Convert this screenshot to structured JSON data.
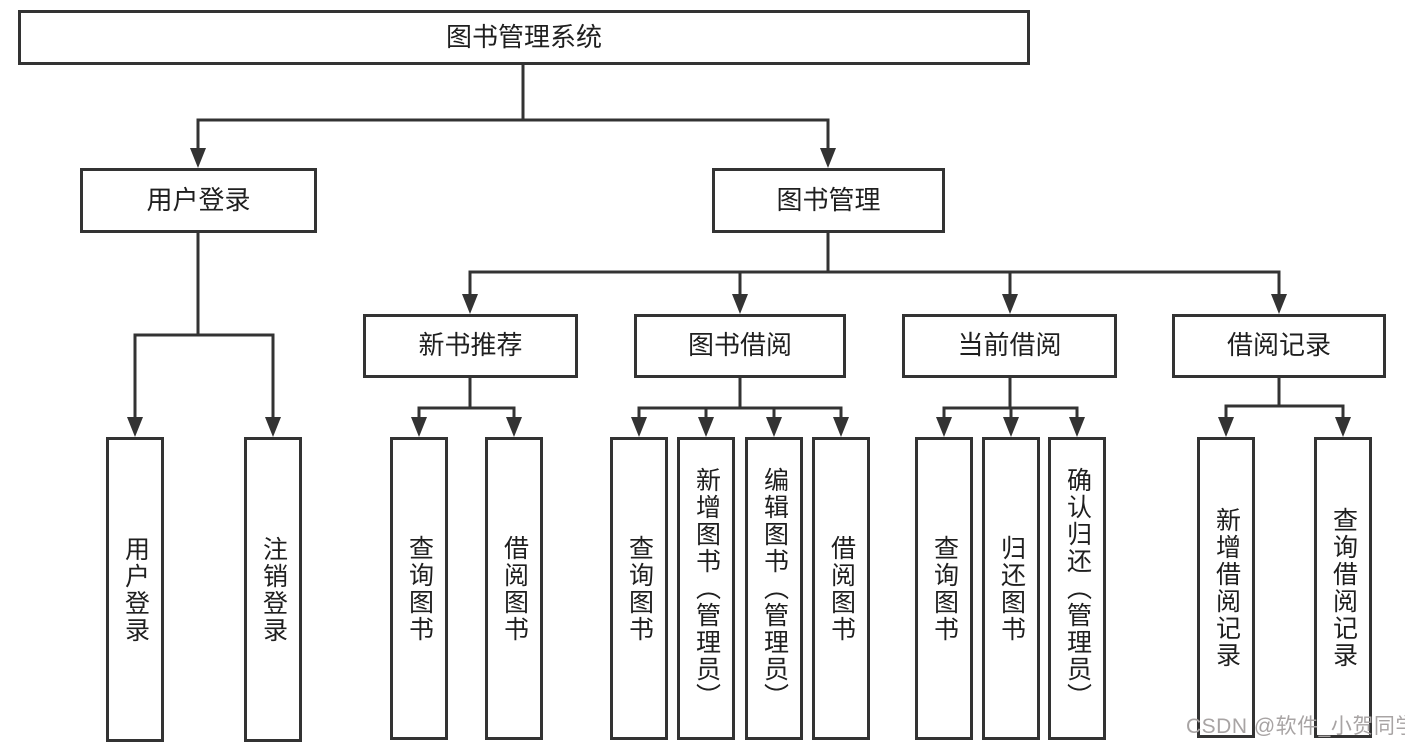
{
  "diagram": {
    "root": {
      "label": "图书管理系统"
    },
    "branches": {
      "user_login": {
        "label": "用户登录",
        "children": [
          "用户登录",
          "注销登录"
        ]
      },
      "book_management": {
        "label": "图书管理",
        "sections": {
          "new_books": {
            "label": "新书推荐",
            "children": [
              "查询图书",
              "借阅图书"
            ]
          },
          "book_borrow": {
            "label": "图书借阅",
            "children": [
              "查询图书",
              "新增图书（管理员）",
              "编辑图书（管理员）",
              "借阅图书"
            ]
          },
          "current_borrow": {
            "label": "当前借阅",
            "children": [
              "查询图书",
              "归还图书",
              "确认归还（管理员）"
            ]
          },
          "borrow_records": {
            "label": "借阅记录",
            "children": [
              "新增借阅记录",
              "查询借阅记录"
            ]
          }
        }
      }
    }
  },
  "watermark": {
    "text": "CSDN @软件_小贺同学"
  },
  "colors": {
    "line": "#333333",
    "text": "#1f1f1f",
    "background": "#ffffff",
    "watermark": "#a8a4a4"
  }
}
